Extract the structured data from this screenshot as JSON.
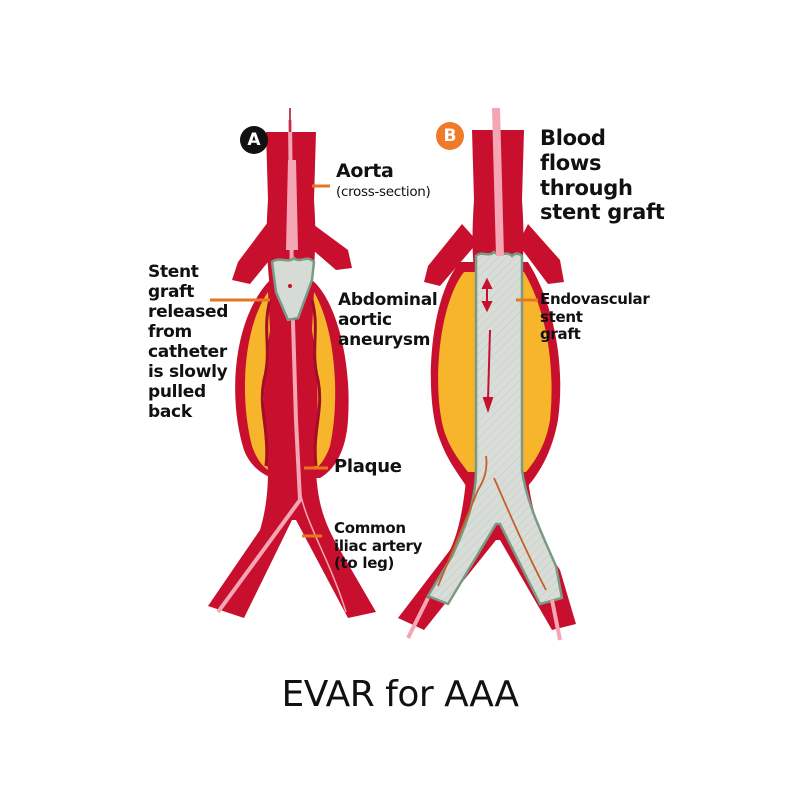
{
  "title": "EVAR for AAA",
  "panels": {
    "a": {
      "badge": "A",
      "badge_color": "#111111",
      "labels": {
        "aorta": "Aorta",
        "aorta_sub": "(cross-section)",
        "stent_release": [
          "Stent",
          "graft",
          "released",
          "from",
          "catheter",
          "is slowly",
          "pulled",
          "back"
        ],
        "aaa": [
          "Abdominal",
          "aortic",
          "aneurysm"
        ],
        "plaque": "Plaque",
        "iliac": [
          "Common",
          "iliac artery",
          "(to leg)"
        ]
      }
    },
    "b": {
      "badge": "B",
      "badge_color": "#f07a28",
      "labels": {
        "blood_flow": [
          "Blood",
          "flows",
          "through",
          "stent graft"
        ],
        "stent": [
          "Endovascular",
          "stent",
          "graft"
        ]
      }
    }
  },
  "colors": {
    "artery": "#c8102e",
    "artery_dark": "#a30d25",
    "aneurysm_fill": "#f7b52b",
    "catheter": "#f4a6b4",
    "stent_fill": "#d7dbd6",
    "stent_edge": "#7a9a84",
    "leader": "#e8761e"
  }
}
